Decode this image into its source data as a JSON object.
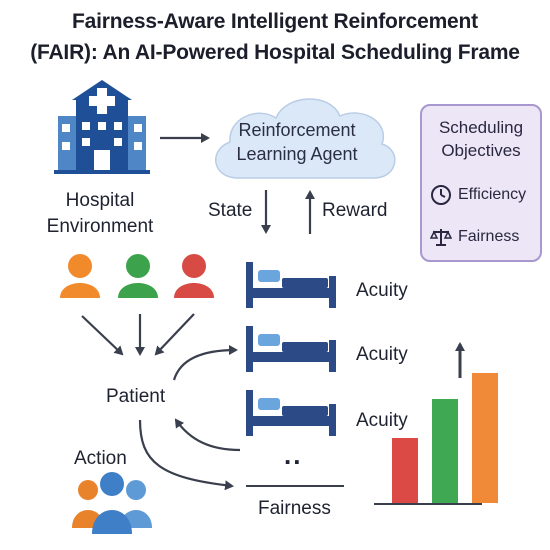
{
  "title": {
    "line1": "Fairness-Aware Intelligent Reinforcement",
    "line2": "(FAIR): An AI-Powered Hospital Scheduling Frame"
  },
  "hospital": {
    "label_line1": "Hospital",
    "label_line2": "Environment"
  },
  "agent": {
    "label_line1": "Reinforcement",
    "label_line2": "Learning Agent"
  },
  "loop": {
    "state": "State",
    "reward": "Reward"
  },
  "objectives": {
    "title_line1": "Scheduling",
    "title_line2": "Objectives",
    "items": [
      {
        "icon": "clock-icon",
        "label": "Efficiency"
      },
      {
        "icon": "scales-icon",
        "label": "Fairness"
      }
    ]
  },
  "patient": {
    "label": "Patient"
  },
  "action": {
    "label": "Action"
  },
  "beds": [
    {
      "label": "Acuity"
    },
    {
      "label": "Acuity"
    },
    {
      "label": "Acuity"
    }
  ],
  "ellipsis": "..",
  "fairness_label": "Fairness",
  "people_colors": [
    "#f08a2a",
    "#3ca24c",
    "#d84a44"
  ],
  "action_group_colors": [
    "#e8832c",
    "#3e7fc8",
    "#5e9ad6"
  ],
  "bar_colors": [
    "#dc4a45",
    "#3fa852",
    "#f08a38"
  ],
  "bar_levels": [
    0.5,
    0.8,
    1.0
  ],
  "colors": {
    "hospital_blue": "#1f4f96",
    "hospital_light": "#4f86c6",
    "cloud_fill": "#dbe8f7",
    "bed_navy": "#2b4a86",
    "pillow_blue": "#6aa6dd",
    "arrow": "#3a3f4d"
  }
}
